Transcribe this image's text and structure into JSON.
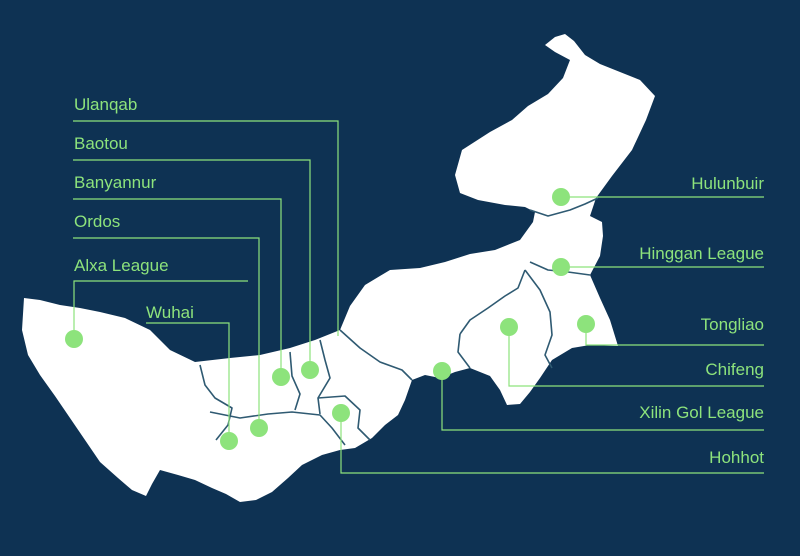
{
  "theme": {
    "background": "#0e3253",
    "land": "#ffffff",
    "border": "#2f5a72",
    "marker": "#8de37c",
    "leader": "#8de37c",
    "label": "#8de37c"
  },
  "map": {
    "regions": [
      "Ulanqab",
      "Baotou",
      "Banyannur",
      "Ordos",
      "Alxa League",
      "Wuhai",
      "Hulunbuir",
      "Hinggan League",
      "Tongliao",
      "Chifeng",
      "Xilin Gol League",
      "Hohhot"
    ]
  },
  "labels": {
    "ulanqab": "Ulanqab",
    "baotou": "Baotou",
    "banyannur": "Banyannur",
    "ordos": "Ordos",
    "alxa": "Alxa League",
    "wuhai": "Wuhai",
    "hulunbuir": "Hulunbuir",
    "hinggan": "Hinggan League",
    "tongliao": "Tongliao",
    "chifeng": "Chifeng",
    "xilingol": "Xilin Gol League",
    "hohhot": "Hohhot"
  }
}
